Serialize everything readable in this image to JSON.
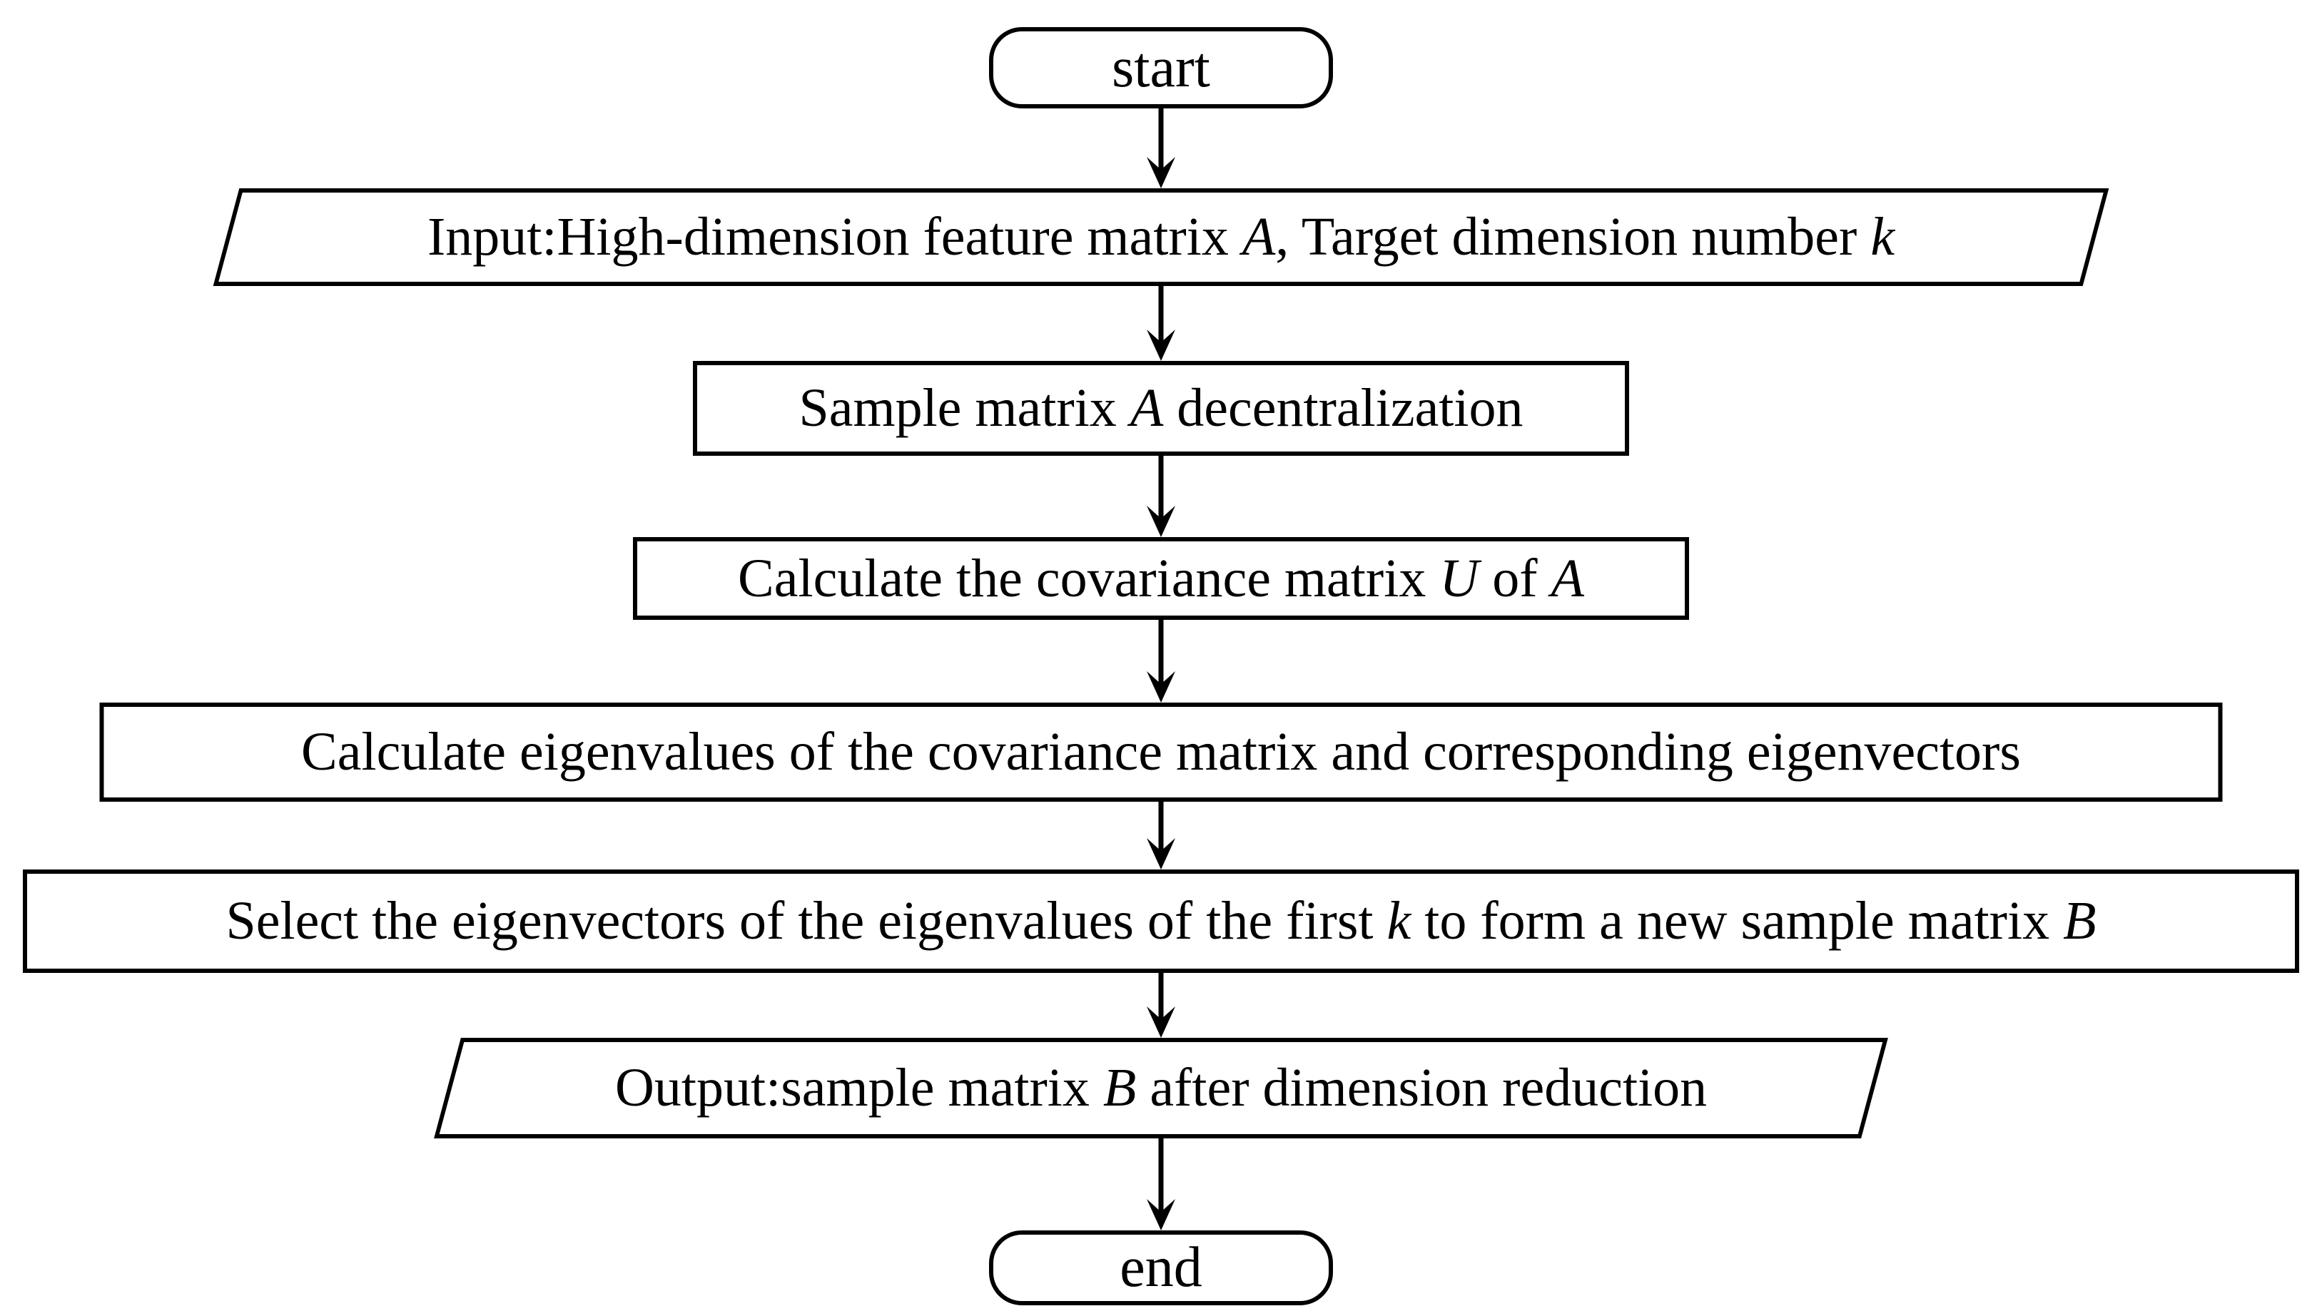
{
  "colors": {
    "stroke": "#000000",
    "background": "#ffffff",
    "text": "#000000"
  },
  "nodes": {
    "start": {
      "shape": "terminal",
      "label": "start"
    },
    "input": {
      "shape": "parallelogram",
      "segments": [
        {
          "t": "Input:High-dimension feature matrix "
        },
        {
          "t": "A",
          "italic": true
        },
        {
          "t": ", Target dimension number "
        },
        {
          "t": "k",
          "italic": true
        }
      ]
    },
    "decentralization": {
      "shape": "process",
      "segments": [
        {
          "t": "Sample matrix "
        },
        {
          "t": "A",
          "italic": true
        },
        {
          "t": " decentralization"
        }
      ]
    },
    "covariance": {
      "shape": "process",
      "segments": [
        {
          "t": "Calculate the covariance matrix "
        },
        {
          "t": "U",
          "italic": true
        },
        {
          "t": " of "
        },
        {
          "t": "A",
          "italic": true
        }
      ]
    },
    "eigen": {
      "shape": "process",
      "segments": [
        {
          "t": "Calculate eigenvalues of the covariance matrix and corresponding eigenvectors"
        }
      ]
    },
    "select": {
      "shape": "process",
      "segments": [
        {
          "t": "Select the eigenvectors of the eigenvalues of the first "
        },
        {
          "t": "k",
          "italic": true
        },
        {
          "t": " to form a new sample matrix "
        },
        {
          "t": "B",
          "italic": true
        }
      ]
    },
    "output": {
      "shape": "parallelogram",
      "segments": [
        {
          "t": "Output:sample matrix "
        },
        {
          "t": "B",
          "italic": true
        },
        {
          "t": " after dimension reduction"
        }
      ]
    },
    "end": {
      "shape": "terminal",
      "label": "end"
    }
  },
  "edges": [
    {
      "from": "start",
      "to": "input"
    },
    {
      "from": "input",
      "to": "decentralization"
    },
    {
      "from": "decentralization",
      "to": "covariance"
    },
    {
      "from": "covariance",
      "to": "eigen"
    },
    {
      "from": "eigen",
      "to": "select"
    },
    {
      "from": "select",
      "to": "output"
    },
    {
      "from": "output",
      "to": "end"
    }
  ]
}
